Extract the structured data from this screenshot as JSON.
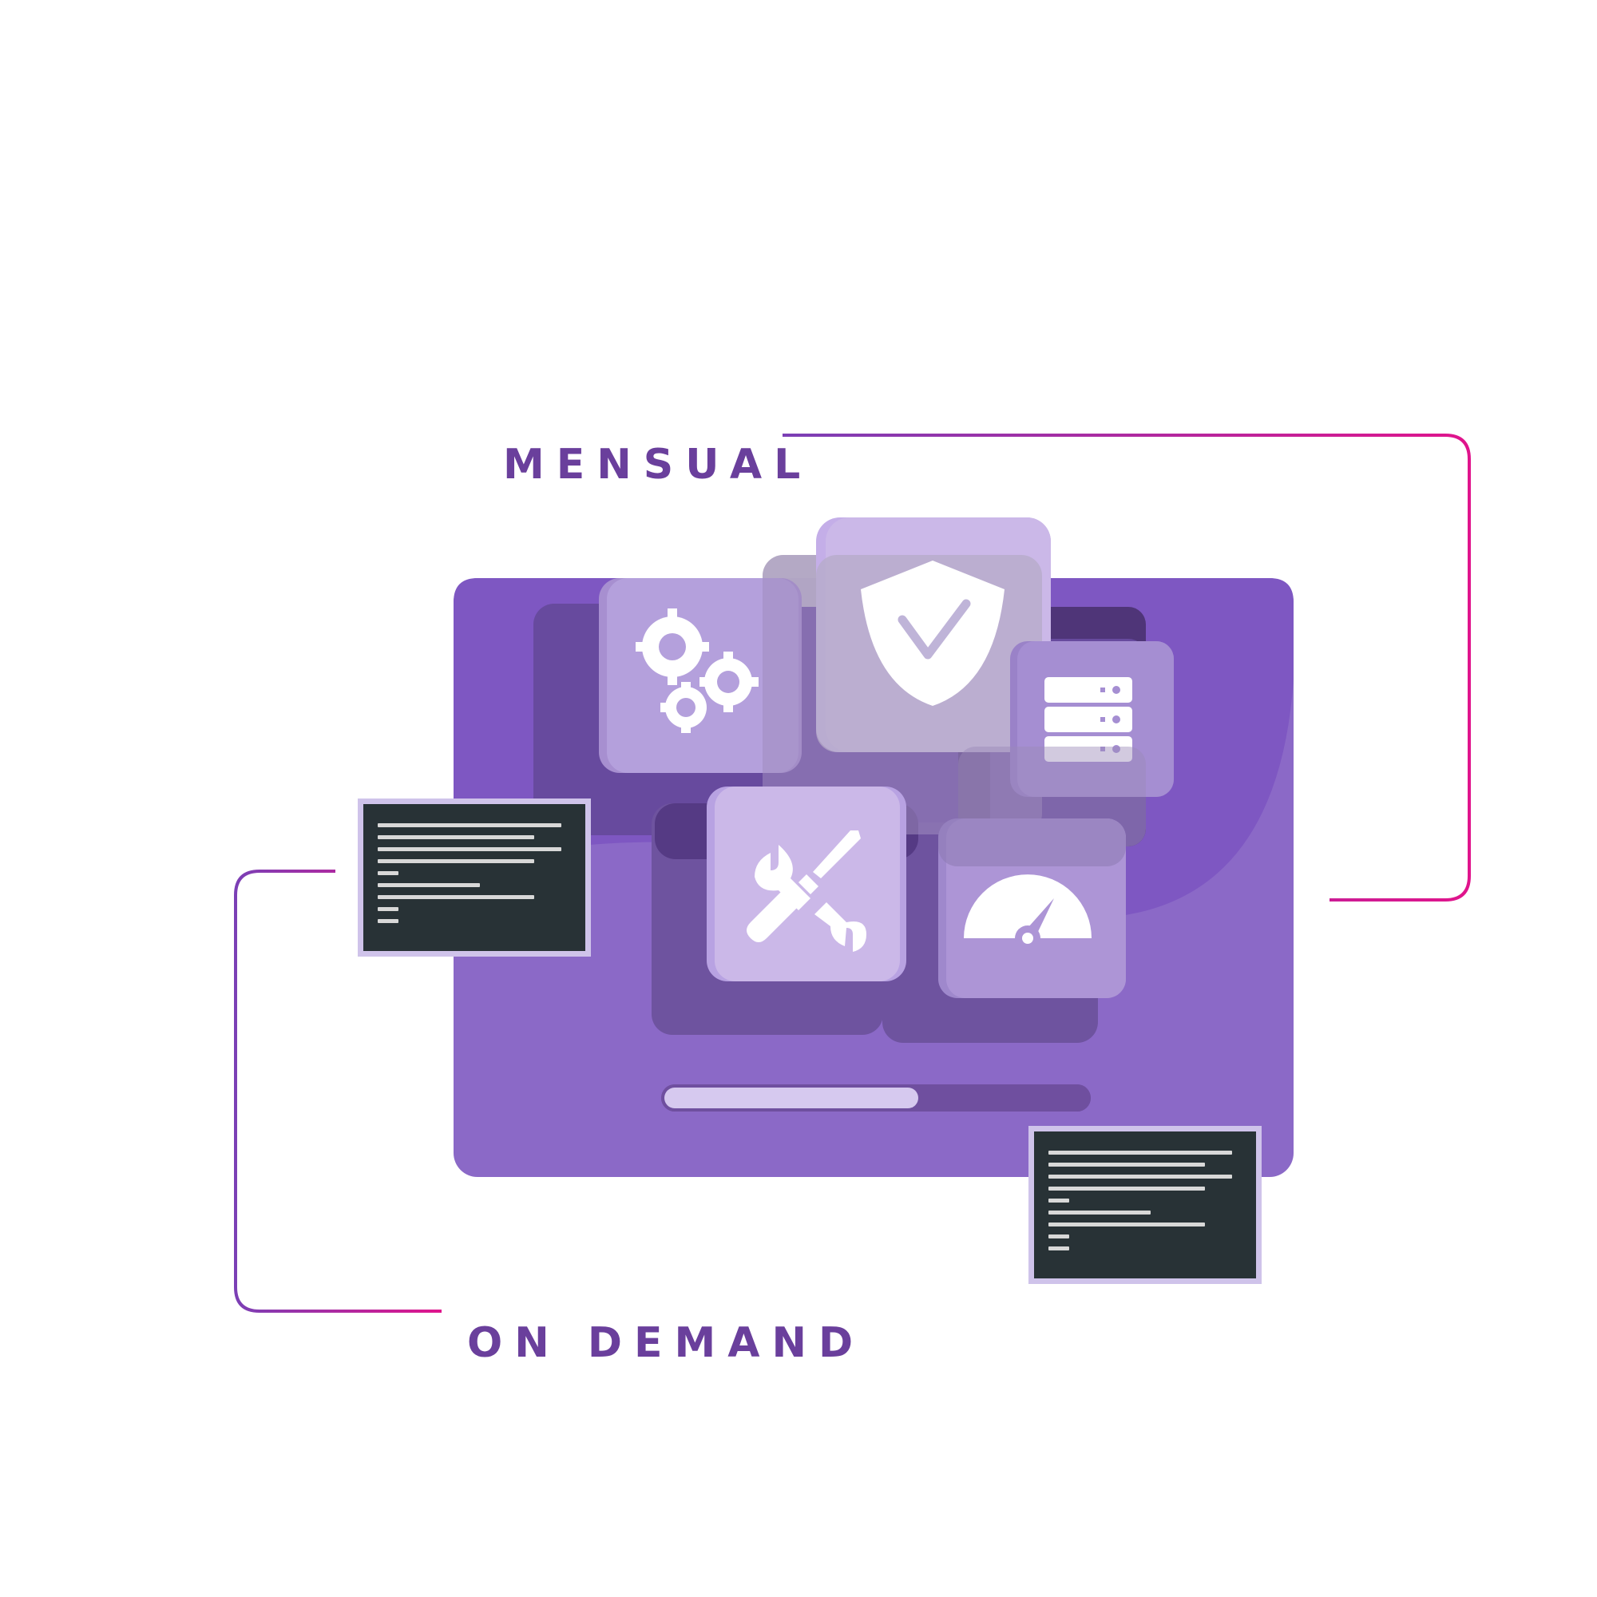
{
  "labels": {
    "top": "MENSUAL",
    "bottom": "ON DEMAND"
  },
  "colors": {
    "text": "#6a3f9c",
    "frame_dark": "#7e57c2",
    "frame_light": "#8b69c7",
    "tile_light": "#cbb8e8",
    "terminal_bg": "#283236",
    "connector_start": "#7b3fb5",
    "connector_end": "#e0148c"
  },
  "icons": [
    "gears-icon",
    "shield-check-icon",
    "server-icon",
    "wrench-screwdriver-icon",
    "speedometer-icon",
    "terminal-icon"
  ],
  "progress": {
    "value": 0.6
  }
}
